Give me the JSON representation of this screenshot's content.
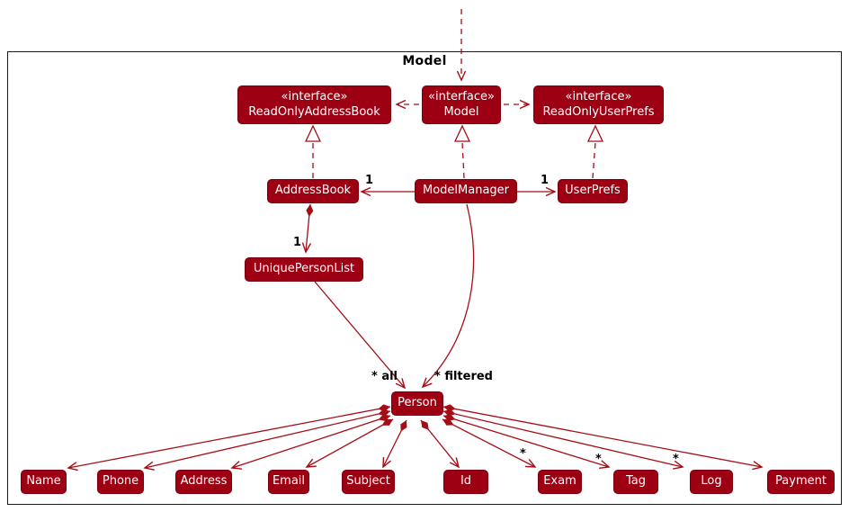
{
  "frame": {
    "title": "Model"
  },
  "theme": {
    "node-bg": "#9d0012",
    "node-border": "#7a0010",
    "node-text": "#ffffff",
    "edge-color": "#a50d16",
    "label-color": "#000000",
    "frame-border": "#1a1a1a",
    "canvas-bg": "#ffffff"
  },
  "nodes": {
    "readOnlyAddressBook": {
      "stereotype": "«interface»",
      "name": "ReadOnlyAddressBook"
    },
    "model": {
      "stereotype": "«interface»",
      "name": "Model"
    },
    "readOnlyUserPrefs": {
      "stereotype": "«interface»",
      "name": "ReadOnlyUserPrefs"
    },
    "addressBook": {
      "name": "AddressBook"
    },
    "modelManager": {
      "name": "ModelManager"
    },
    "userPrefs": {
      "name": "UserPrefs"
    },
    "uniquePersonList": {
      "name": "UniquePersonList"
    },
    "person": {
      "name": "Person"
    },
    "attributes": [
      {
        "name": "Name"
      },
      {
        "name": "Phone"
      },
      {
        "name": "Address"
      },
      {
        "name": "Email"
      },
      {
        "name": "Subject"
      },
      {
        "name": "Id"
      },
      {
        "name": "Exam"
      },
      {
        "name": "Tag"
      },
      {
        "name": "Log"
      },
      {
        "name": "Payment"
      }
    ]
  },
  "edge_labels": {
    "modelmanager_addressbook": "1",
    "modelmanager_userprefs": "1",
    "addressbook_uniquepersonlist": "1",
    "uniquepersonlist_person": "* all",
    "modelmanager_person": "* filtered",
    "person_exam": "*",
    "person_tag": "*",
    "person_log": "*"
  }
}
